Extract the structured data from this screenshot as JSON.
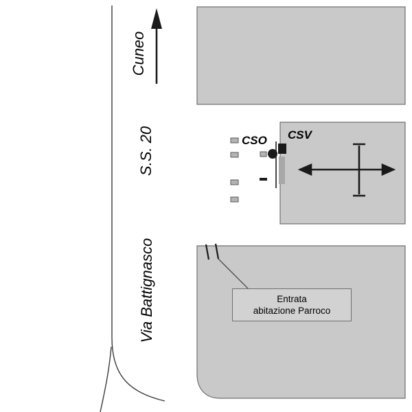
{
  "map": {
    "direction_label": "Cuneo",
    "road_label": "S.S. 20",
    "street_label": "Via Battignasco",
    "building_labels": {
      "cso": "CSO",
      "csv": "CSV"
    },
    "callout": {
      "line1": "Entrata",
      "line2": "abitazione Parroco"
    },
    "colors": {
      "background": "#ffffff",
      "building_fill": "#c9c9c9",
      "building_stroke": "#6e6e6e",
      "line_color": "#1a1a1a",
      "callout_fill": "#d2d2d2"
    }
  }
}
